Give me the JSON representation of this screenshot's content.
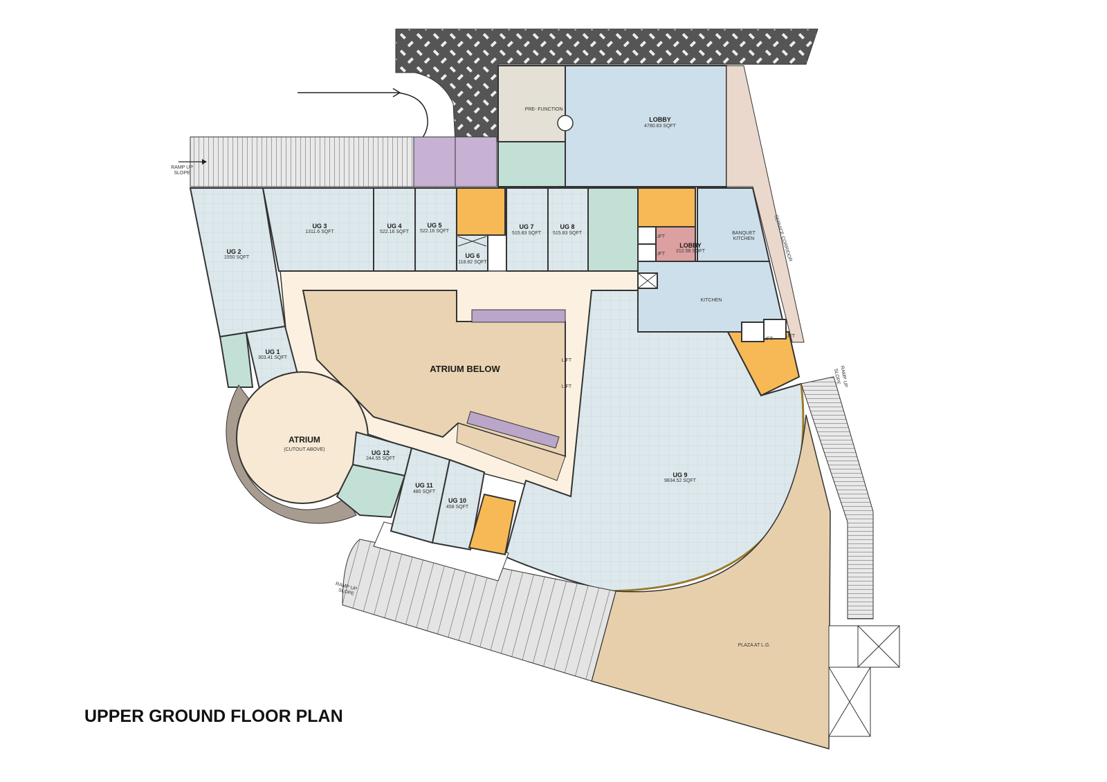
{
  "title": "UPPER GROUND FLOOR PLAN",
  "rooms": {
    "ug1": {
      "name": "UG 1",
      "area": "303.41 SQFT"
    },
    "ug2": {
      "name": "UG 2",
      "area": "1550 SQFT"
    },
    "ug3": {
      "name": "UG 3",
      "area": "1311.6 SQFT"
    },
    "ug4": {
      "name": "UG 4",
      "area": "522.16 SQFT"
    },
    "ug5": {
      "name": "UG 5",
      "area": "522.16 SQFT"
    },
    "ug6": {
      "name": "UG 6",
      "area": "118.82 SQFT"
    },
    "ug7": {
      "name": "UG 7",
      "area": "515.83 SQFT"
    },
    "ug8": {
      "name": "UG 8",
      "area": "515.83 SQFT"
    },
    "ug9": {
      "name": "UG 9",
      "area": "9834.52 SQFT"
    },
    "ug10": {
      "name": "UG 10",
      "area": "458 SQFT"
    },
    "ug11": {
      "name": "UG 11",
      "area": "480 SQFT"
    },
    "ug12": {
      "name": "UG 12",
      "area": "244.55 SQFT"
    },
    "lobby_main": {
      "name": "LOBBY",
      "area": "4780.83 SQFT"
    },
    "lobby_small": {
      "name": "LOBBY",
      "area": "212.56 SQFT"
    }
  },
  "labels": {
    "pre_function": "PRE- FUNCTION",
    "banquet_kitchen_1": "BANQUET",
    "banquet_kitchen_2": "KITCHEN",
    "kitchen": "KITCHEN",
    "service_corridor": "SERVICE CORRIDOR",
    "atrium_below": "ATRIUM BELOW",
    "atrium": "ATRIUM",
    "atrium_sub": "(CUTOUT ABOVE)",
    "plaza": "PLAZA AT L.G.",
    "lift": "LIFT",
    "ramp_1": "RAMP UP",
    "ramp_2": "SLOPE"
  },
  "colors": {
    "shop": "#dde8ec",
    "lobby": "#cddfea",
    "corridor": "#fcf1e1",
    "atrium_below": "#ead3b3",
    "plaza": "#e8cfac",
    "stair": "#f7b955",
    "toilet": "#c3e0d7",
    "purple": "#c7b2d3",
    "pink": "#dda0a0",
    "service": "#ead8cc"
  }
}
